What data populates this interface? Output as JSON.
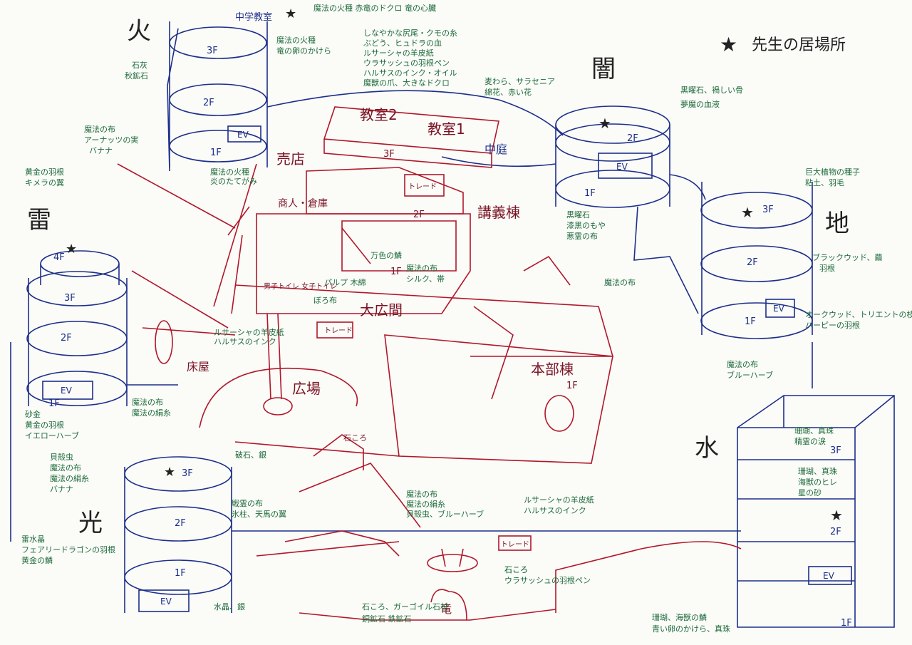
{
  "legend": {
    "star": "★",
    "text": "先生の居場所"
  },
  "towers": {
    "fire": {
      "label": "火",
      "f3": "3F",
      "f2": "2F",
      "f1": "1F",
      "ev": "EV",
      "top_label": "中学教室",
      "notes": [
        "魔法の火種 赤竜のドクロ 竜の心臓",
        "魔法の火種",
        "竜の卵のかけら",
        "石灰",
        "秋鉱石",
        "魔法の布",
        "アーナッツの実",
        "バナナ",
        "魔法の火種",
        "炎のたてがみ"
      ]
    },
    "thunder": {
      "label": "雷",
      "f4": "4F",
      "f3": "3F",
      "f2": "2F",
      "f1": "1F",
      "ev": "EV",
      "notes": [
        "黄金の羽根",
        "キメラの翼",
        "砂金",
        "黄金の羽根",
        "イエローハーブ",
        "貝殻虫",
        "魔法の布",
        "魔法の絹糸",
        "バナナ",
        "雷水晶",
        "フェアリードラゴンの羽根",
        "黄金の鱗"
      ]
    },
    "light": {
      "label": "光",
      "f3": "3F",
      "f2": "2F",
      "f1": "1F",
      "ev": "EV",
      "notes": [
        "破石、銀",
        "戦霊の布",
        "氷柱、天馬の翼",
        "水晶、銀"
      ]
    },
    "dark": {
      "label": "闇",
      "f2": "2F",
      "f1": "1F",
      "ev": "EV",
      "notes": [
        "黒曜石、禍しい骨",
        "夢魔の血液",
        "黒曜石",
        "漆黒のもや",
        "悪霊の布",
        "麦わら、サラセニア",
        "綿花、赤い花"
      ]
    },
    "earth": {
      "label": "地",
      "f3": "3F",
      "f2": "2F",
      "f1": "1F",
      "ev": "EV",
      "notes": [
        "巨大植物の種子",
        "粘土、羽毛",
        "ブラックウッド、繭",
        "羽根",
        "オークウッド、トリエントの枝根",
        "ハーピーの羽根",
        "魔法の布",
        "ブルーハーブ",
        "魔法の布"
      ]
    },
    "water": {
      "label": "水",
      "f3": "3F",
      "f2": "2F",
      "f1": "1F",
      "ev": "EV",
      "notes": [
        "珊瑚、真珠",
        "精霊の涙",
        "珊瑚、真珠",
        "海獣のヒレ",
        "星の砂",
        "珊瑚、海獣の鱗",
        "青い卵のかけら、真珠"
      ]
    }
  },
  "buildings": {
    "class2": "教室2",
    "class1": "教室1",
    "f3": "3F",
    "courtyard": "中庭",
    "store": "売店",
    "trade": "トレード",
    "merchant": "商人・倉庫",
    "f2": "2F",
    "lecture": "講義棟",
    "f1": "1F",
    "hall": "大広間",
    "toilet": "男子トイレ 女子トイレ",
    "basement": "床屋",
    "plaza": "広場",
    "main": "本部棟",
    "main_f1": "1F",
    "stone1": "石ころ",
    "stone2": "石ころ",
    "fountain": "トレード",
    "dragon_gate": "竜",
    "notes": [
      "しなやかな尻尾・クモの糸",
      "ぶどう、ヒュドラの血",
      "ルサーシャの羊皮紙",
      "ウラサッシュの羽根ペン",
      "ハルサスのインク・オイル",
      "魔獣の爪、大きなドクロ",
      "万色の鱗",
      "魔法の布",
      "シルク、帯",
      "ルサーシャの羊皮紙",
      "ハルサスのインク",
      "パルプ 木綿",
      "ぼろ布",
      "魔法の布",
      "魔法の絹糸",
      "ルサーシャの羊皮紙",
      "ハルサスのインク",
      "魔法の布",
      "魔法の絹糸",
      "貝殻虫、ブルーハーブ",
      "石ころ",
      "ウラサッシュの羽根ペン",
      "石ころ、ガーゴイル石材",
      "銅鉱石 鉄鉱石"
    ]
  }
}
